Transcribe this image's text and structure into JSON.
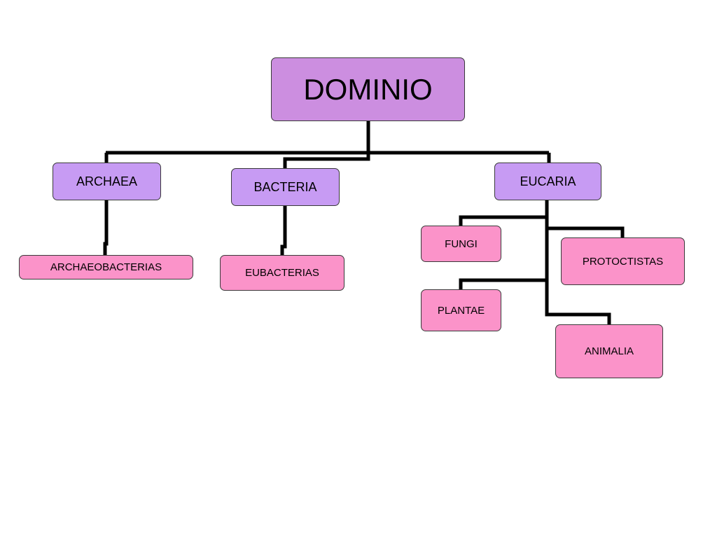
{
  "diagram": {
    "root": {
      "label": "DOMINIO",
      "color": "#cc8ee0"
    },
    "domains": [
      {
        "label": "ARCHAEA",
        "color": "#c79bf3",
        "children": [
          {
            "label": "ARCHAEOBACTERIAS",
            "color": "#fb93c9"
          }
        ]
      },
      {
        "label": "BACTERIA",
        "color": "#c79bf3",
        "children": [
          {
            "label": "EUBACTERIAS",
            "color": "#fb93c9"
          }
        ]
      },
      {
        "label": "EUCARIA",
        "color": "#c79bf3",
        "children": [
          {
            "label": "FUNGI",
            "color": "#fb93c9"
          },
          {
            "label": "PROTOCTISTAS",
            "color": "#fb93c9"
          },
          {
            "label": "PLANTAE",
            "color": "#fb93c9"
          },
          {
            "label": "ANIMALIA",
            "color": "#fb93c9"
          }
        ]
      }
    ],
    "connector_color": "#000000"
  }
}
